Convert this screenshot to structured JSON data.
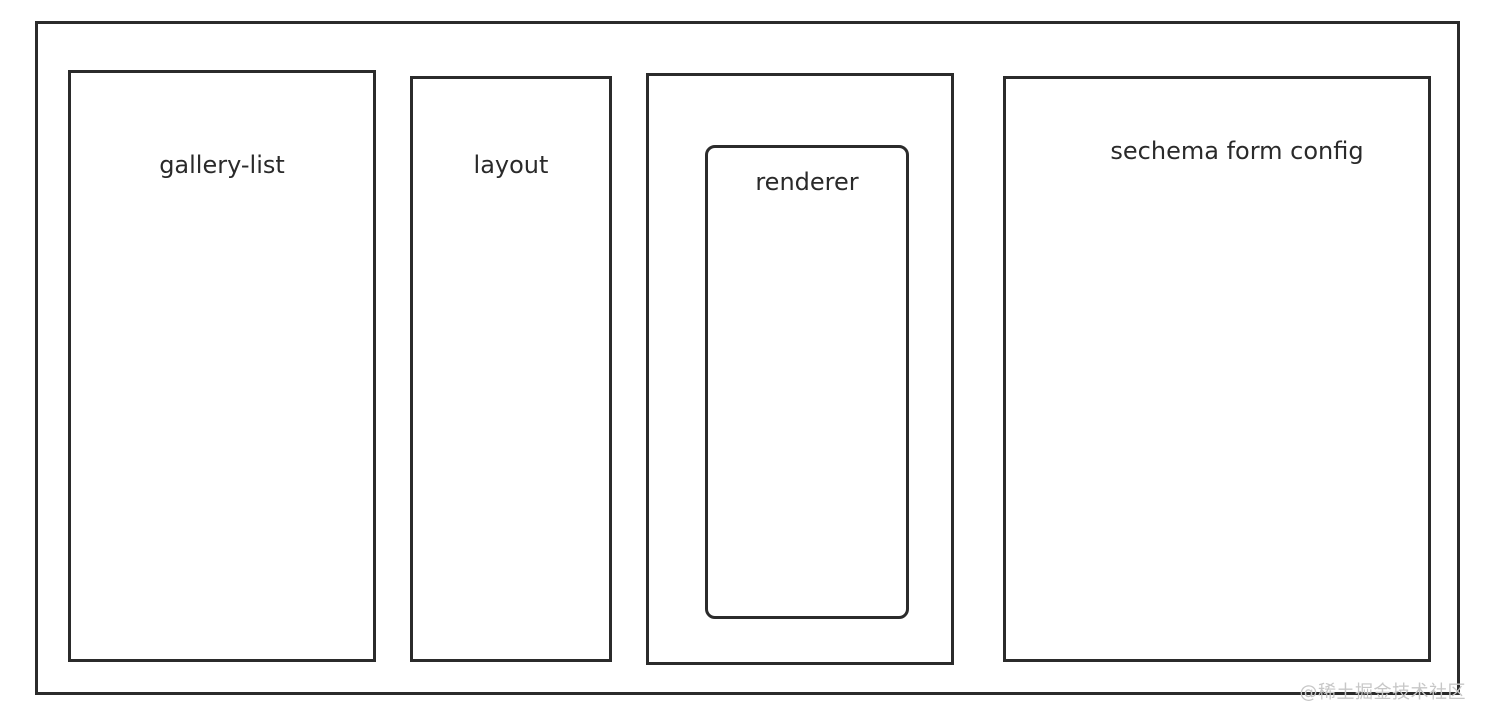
{
  "diagram": {
    "gallery_label": "gallery-list",
    "layout_label": "layout",
    "renderer_label": "renderer",
    "config_label": "sechema form config"
  },
  "watermark": "@稀土掘金技术社区",
  "colors": {
    "stroke": "#2b2b2b",
    "background": "#ffffff",
    "watermark": "#c7c7c7"
  }
}
